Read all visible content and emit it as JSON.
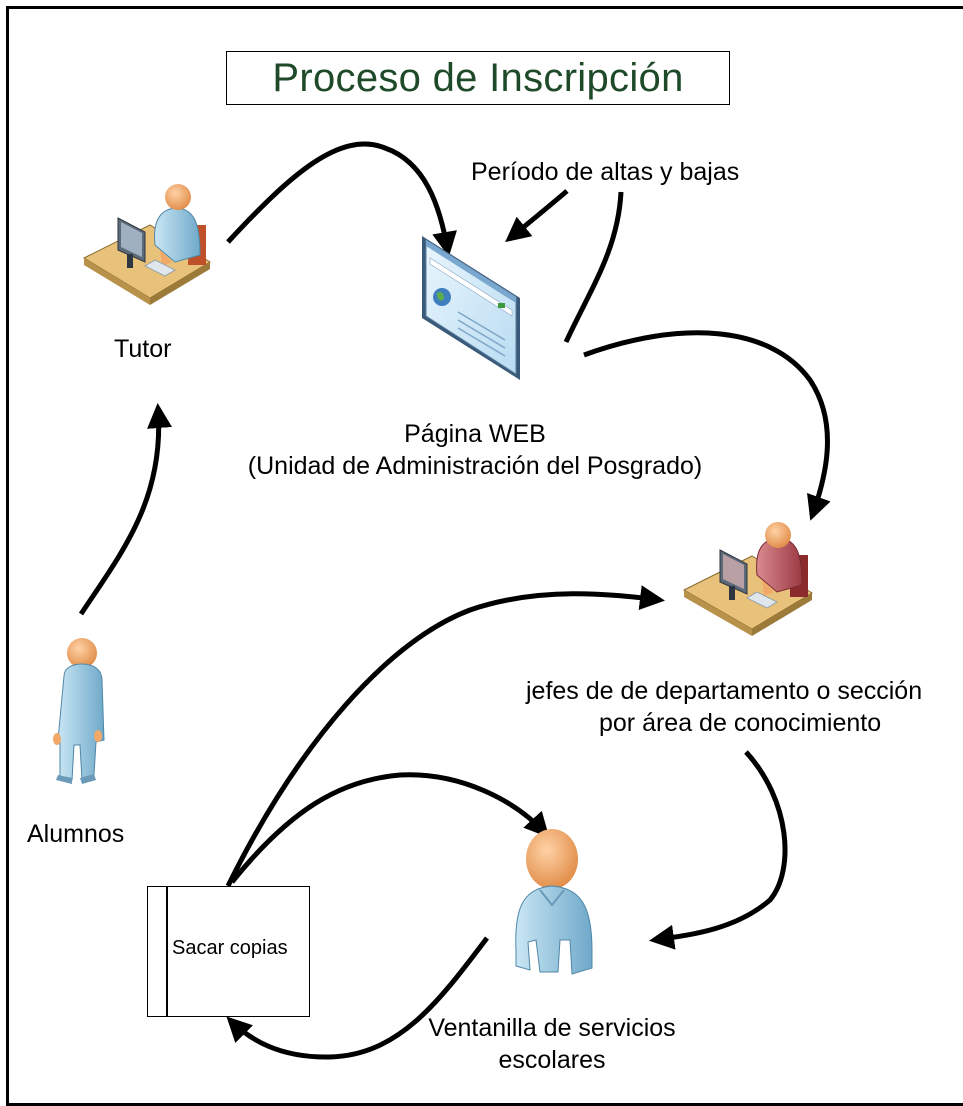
{
  "diagram": {
    "title": "Proceso de Inscripción",
    "nodes": {
      "tutor": {
        "label": "Tutor",
        "icon": "person-at-computer-icon"
      },
      "web_page": {
        "label_line1": "Página WEB",
        "label_line2": "(Unidad de Administración del Posgrado)",
        "icon": "web-page-icon"
      },
      "period": {
        "label": "Período de altas y bajas"
      },
      "department_heads": {
        "label_line1": "jefes de de departamento o sección",
        "label_line2": "por área de conocimiento",
        "icon": "person-at-computer-icon"
      },
      "students": {
        "label": "Alumnos",
        "icon": "standing-person-icon"
      },
      "window_services": {
        "label_line1": "Ventanilla de servicios",
        "label_line2": "escolares",
        "icon": "person-bust-icon"
      },
      "copies": {
        "label": "Sacar copias"
      }
    },
    "colors": {
      "title_text": "#1e4a2a",
      "person_blue": "#8cc4e0",
      "person_red": "#b5505a",
      "skin": "#f2a866",
      "desk": "#e8c27a"
    }
  }
}
